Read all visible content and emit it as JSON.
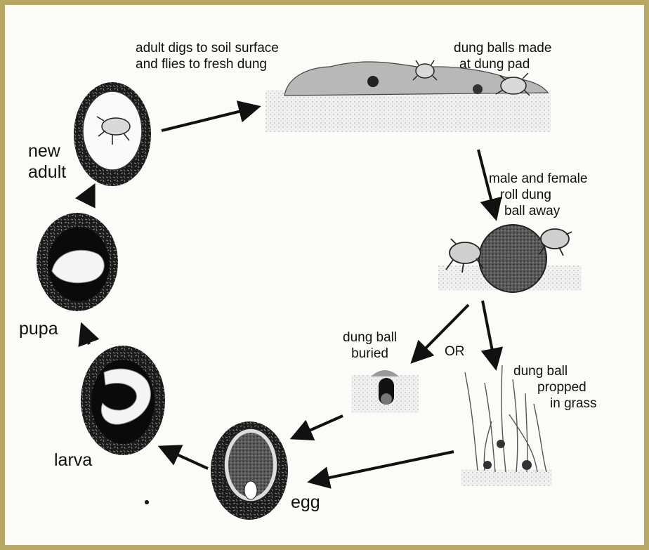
{
  "labels": {
    "adult_digs": [
      "adult digs to soil surface",
      "and flies to fresh dung"
    ],
    "dung_balls_made": [
      "dung balls made",
      "at dung pad"
    ],
    "roll_away": [
      "male and female",
      "roll dung",
      "ball away"
    ],
    "buried": [
      "dung ball",
      "buried"
    ],
    "or": "OR",
    "propped": [
      "dung ball",
      "propped",
      "in grass"
    ],
    "egg": "egg",
    "larva": "larva",
    "pupa": "pupa",
    "new_adult": [
      "new",
      "adult"
    ]
  },
  "colors": {
    "frame": "#b9a865",
    "arrow": "#111111",
    "soil": "#111111",
    "chamber": "#0a0a0a"
  },
  "icons": {
    "stages": [
      "egg-chamber-icon",
      "larva-chamber-icon",
      "pupa-chamber-icon",
      "new-adult-chamber-icon"
    ],
    "scenes": [
      "dung-pad-scene",
      "beetles-rolling-ball-scene",
      "buried-ball-scene",
      "grass-ball-scene"
    ]
  }
}
